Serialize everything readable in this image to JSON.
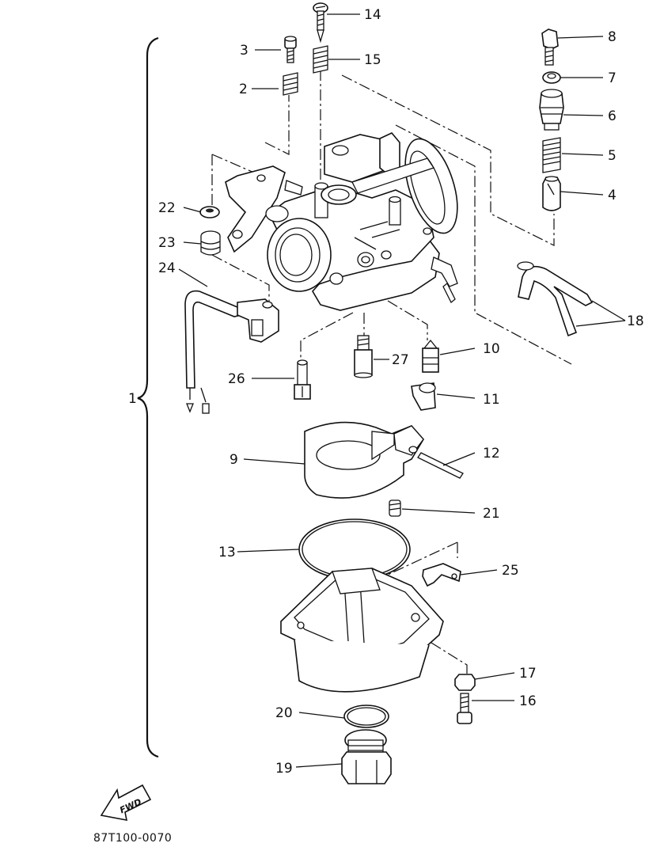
{
  "diagram": {
    "callouts": [
      "1",
      "2",
      "3",
      "4",
      "5",
      "6",
      "7",
      "8",
      "9",
      "10",
      "11",
      "12",
      "13",
      "14",
      "15",
      "16",
      "17",
      "18",
      "19",
      "20",
      "21",
      "22",
      "23",
      "24",
      "25",
      "26",
      "27"
    ],
    "fwd_label": "FWD",
    "drawing_code": "87T100-0070"
  }
}
